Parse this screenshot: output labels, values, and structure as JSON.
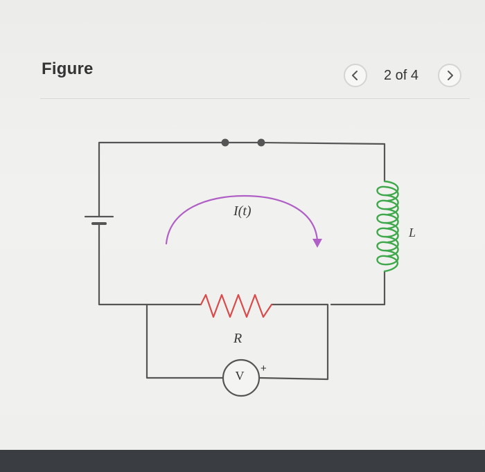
{
  "header": {
    "title": "Figure",
    "pagination": {
      "current": 2,
      "total": 4,
      "label": "2 of 4"
    }
  },
  "icons": {
    "prev": "chevron-left-icon",
    "next": "chevron-right-icon"
  },
  "circuit": {
    "current_label": "I(t)",
    "inductor_label": "L",
    "resistor_label": "R",
    "voltmeter_label": "V",
    "voltmeter_polarity": "+"
  },
  "colors": {
    "wire": "#555555",
    "current_arrow": "#b05fc6",
    "inductor": "#3fa84b",
    "resistor": "#d94a4a"
  }
}
